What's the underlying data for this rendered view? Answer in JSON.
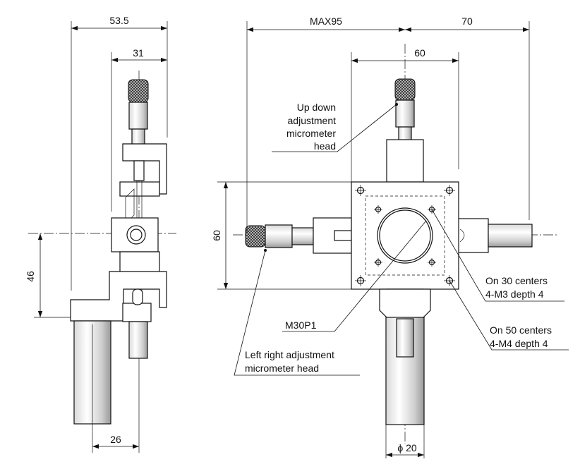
{
  "dimensions": {
    "side_width": "53.5",
    "side_depth": "31",
    "side_height_to_axis": "46",
    "side_bottom_offset": "26",
    "front_max_width": "MAX95",
    "front_right_extent": "70",
    "front_stage_width": "60",
    "front_stage_height": "60",
    "shaft_diameter": "ϕ 20"
  },
  "annotations": {
    "updown_line1": "Up down",
    "updown_line2": "adjustment",
    "updown_line3": "micrometer",
    "updown_line4": "head",
    "leftright_line1": "Left right adjustment",
    "leftright_line2": "micrometer head",
    "thread": "M30P1",
    "holes30_line1": "On 30 centers",
    "holes30_line2": "4-M3 depth 4",
    "holes50_line1": "On 50 centers",
    "holes50_line2": "4-M4 depth 4"
  }
}
